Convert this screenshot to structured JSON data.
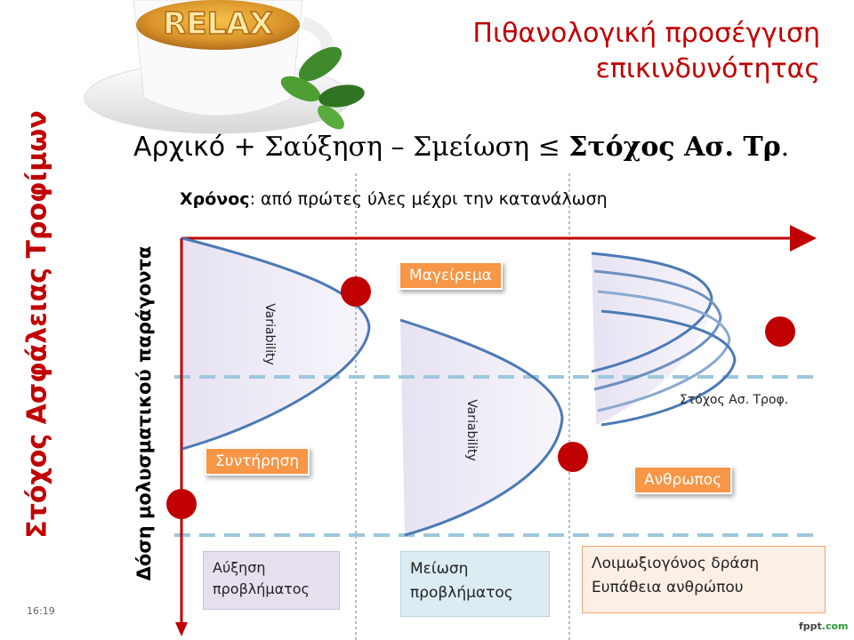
{
  "side_title": "Στόχος Ασφάλειας Τροφίμων",
  "y_axis_label": "Δόση μολυσματικού παράγοντα",
  "title_line1": "Πιθανολογική προσέγγιση",
  "title_line2": "επικινδυνότητας",
  "formula": {
    "initial": "Αρχικό",
    "plus": "+",
    "increase": "Σαύξηση",
    "minus": "–",
    "decrease": "Σμείωση",
    "leq": "≤",
    "target": "Στόχος Ασ. Τρ",
    "period": "."
  },
  "time_label": {
    "bold": "Χρόνος",
    "rest": ": από πρώτες ύλες μέχρι την κατανάλωση"
  },
  "badge_text": "RELAX",
  "tags": {
    "cooking": "Μαγείρεμα",
    "storage": "Συντήρηση",
    "human": "Ανθρωπος"
  },
  "variability_1": "Variability",
  "variability_2": "Variability",
  "target_label": "Στόχος Ασ. Τροφ.",
  "boxes": {
    "increase_l1": "Αύξηση",
    "increase_l2": "προβλήματος",
    "decrease_l1": "Μείωση",
    "decrease_l2": "προβλήματος",
    "host_l1": "Λοιμωξιογόνος δράση",
    "host_l2": "Ευπάθεια ανθρώπου"
  },
  "timestamp": "16:19",
  "brand": {
    "fppt": "fppt",
    "dotcom": ".com"
  },
  "colors": {
    "title_red": "#c00000",
    "axis_red": "#c00000",
    "curve_blue": "#4a7ab5",
    "dashed_blue": "#9cc8dc",
    "tag_orange": "#f79646",
    "dot_red": "#c00000"
  }
}
